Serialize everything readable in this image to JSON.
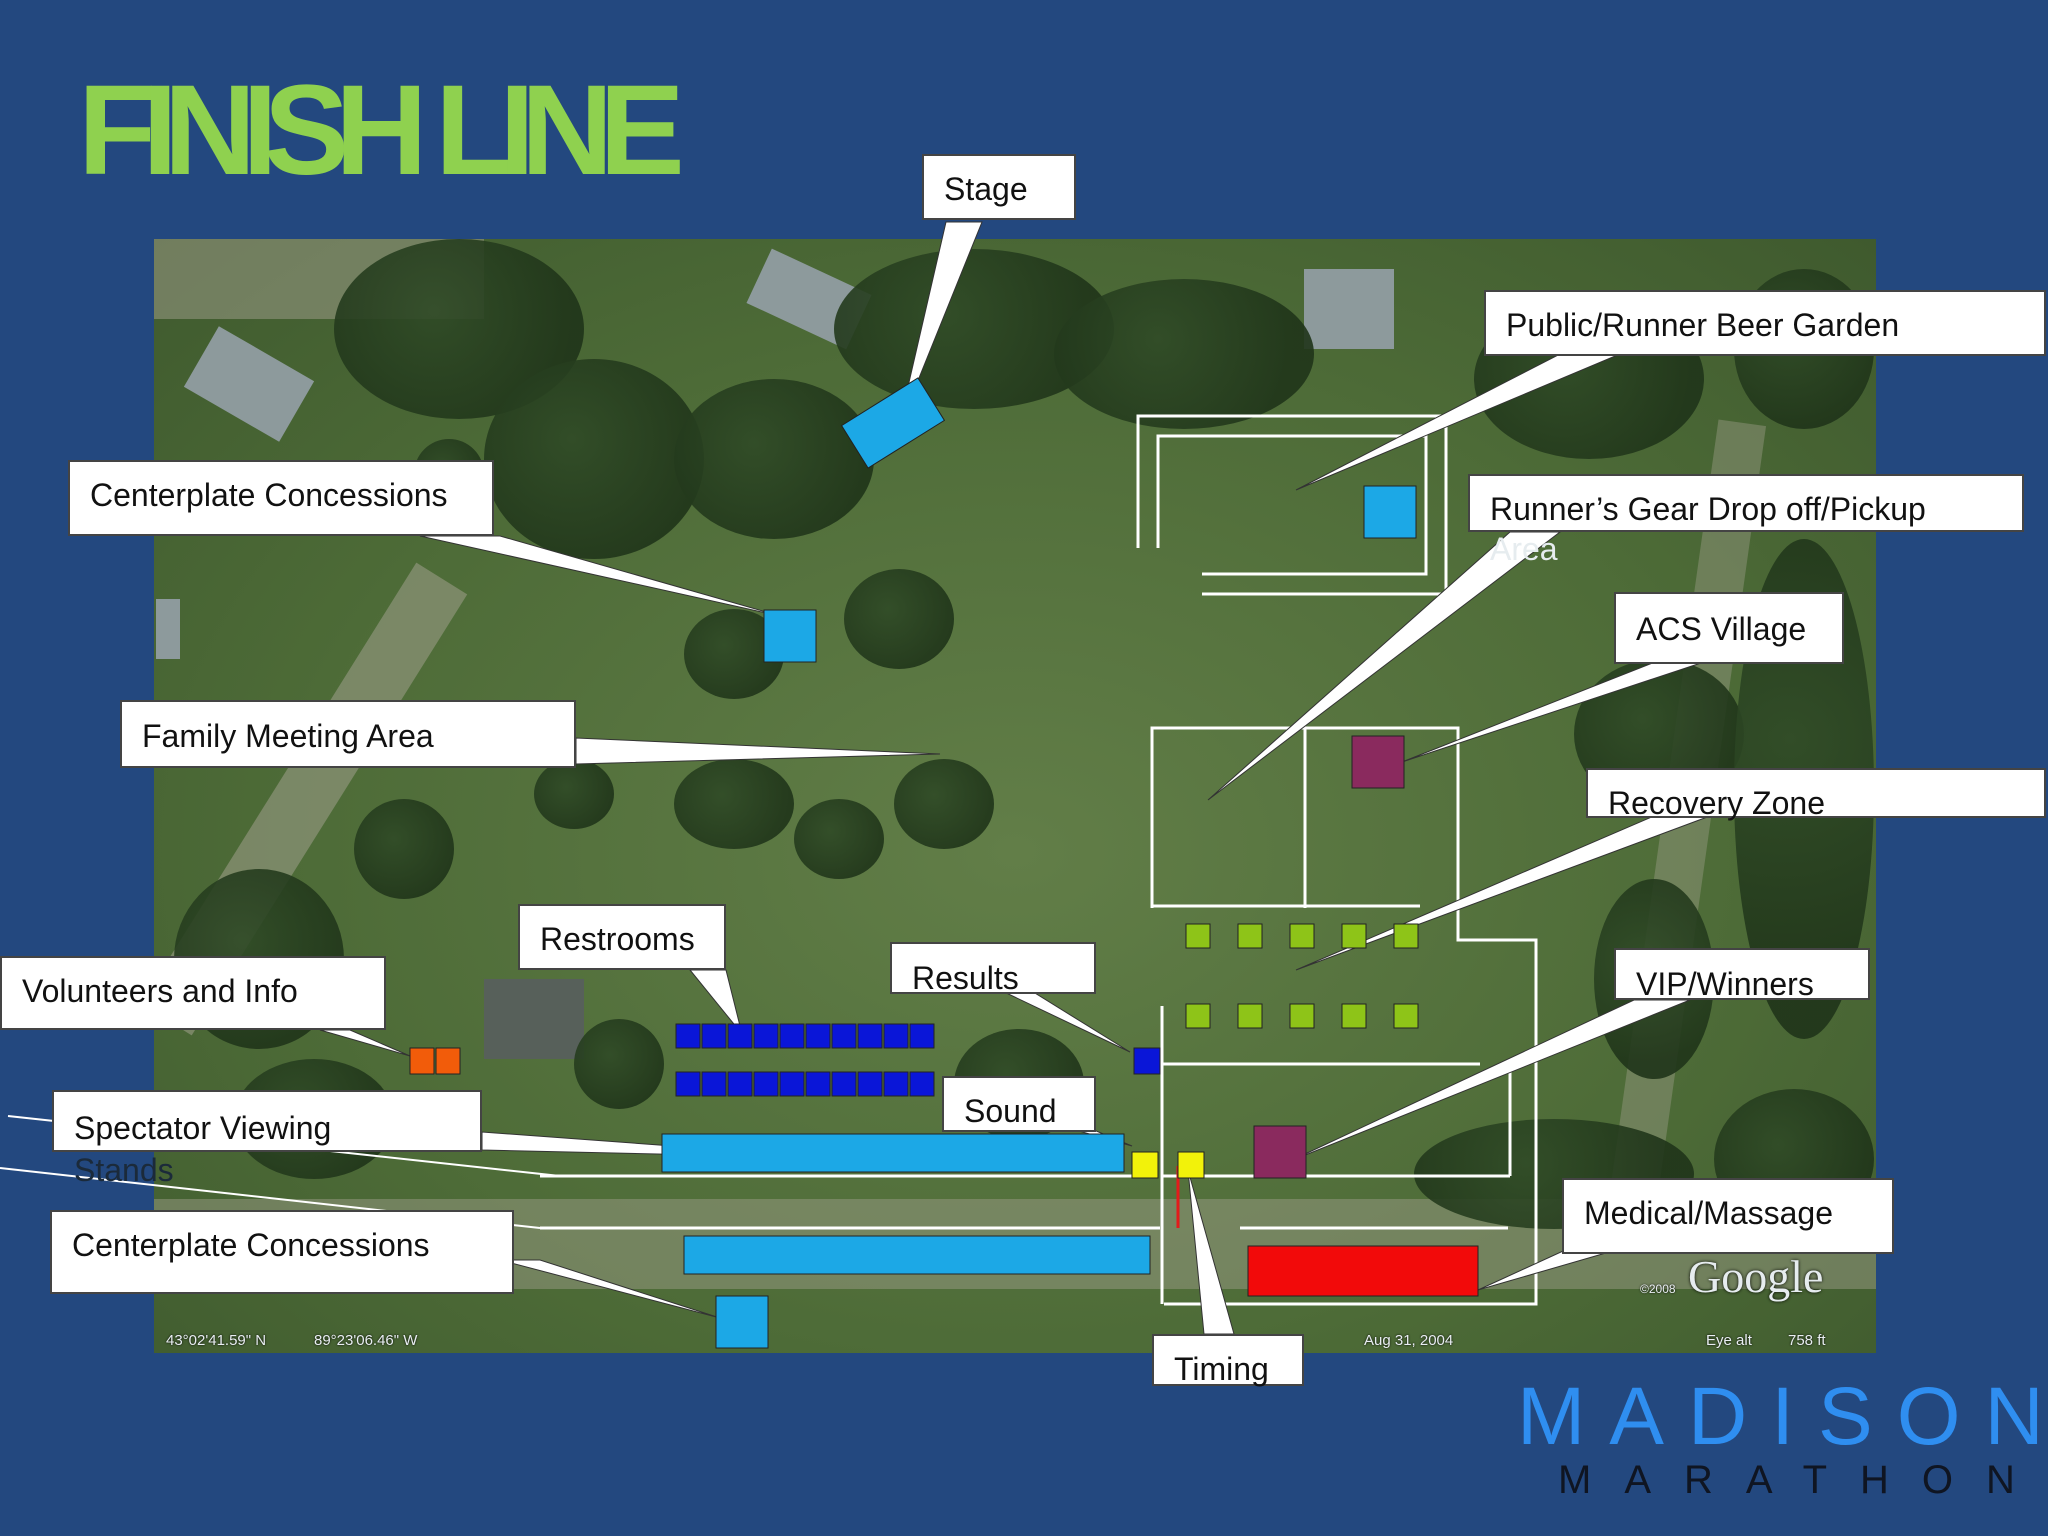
{
  "slide": {
    "title": "FINISH LINE",
    "title_color": "#8fd14f",
    "background_color": "#23487f"
  },
  "callouts": {
    "stage": "Stage",
    "beer_garden": "Public/Runner Beer Garden",
    "concessions_top": "Centerplate Concessions",
    "gear_drop": "Runner’s Gear Drop off/Pickup",
    "gear_drop_cont": "Area",
    "acs_village": "ACS Village",
    "family_meeting": "Family Meeting Area",
    "recovery_zone": "Recovery Zone",
    "restrooms": "Restrooms",
    "results": "Results",
    "volunteers": "Volunteers and Info",
    "vip": "VIP/Winners",
    "sound": "Sound",
    "spectator": "Spectator Viewing",
    "spectator_cont": "Stands",
    "concessions_bottom": "Centerplate Concessions",
    "medical": "Medical/Massage",
    "timing": "Timing"
  },
  "map_imagery": {
    "coord_lat": "43°02'41.59\" N",
    "coord_lon": "89°23'06.46\" W",
    "imagery_date": "Aug 31, 2004",
    "eye_alt_label": "Eye alt",
    "eye_alt_value": "758 ft",
    "provider": "Google",
    "copyright_year": "©2008"
  },
  "logo": {
    "line1": "MADISON",
    "line2": "MARATHON"
  },
  "marker_colors": {
    "light_blue": "#1ca8e6",
    "dark_blue": "#0a16d8",
    "orange": "#f25c0a",
    "yellow": "#f2f20a",
    "green": "#8ec418",
    "maroon": "#8a2a5e",
    "red": "#f20a0a"
  }
}
